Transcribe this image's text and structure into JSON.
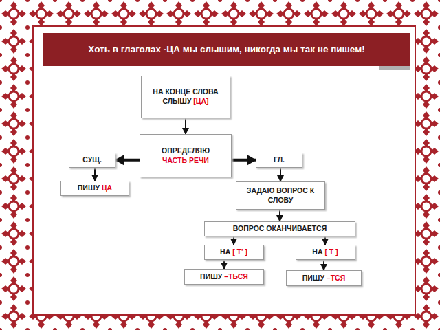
{
  "diagram": {
    "title": "Хоть в глаголах -ЦА мы слышим, никогда мы так не пишем!",
    "nodes": [
      {
        "text": [
          "НА КОНЦЕ СЛОВА СЛЫШУ",
          "[ЦА]"
        ]
      },
      {
        "text": [
          "ОПРЕДЕЛЯЮ",
          "ЧАСТЬ РЕЧИ"
        ]
      },
      {
        "text": [
          "СУЩ."
        ]
      },
      {
        "text": [
          "ГЛ."
        ]
      },
      {
        "text": [
          "ПИШУ",
          "ЦА"
        ]
      },
      {
        "text": [
          "ЗАДАЮ ВОПРОС К СЛОВУ"
        ]
      },
      {
        "text": [
          "ВОПРОС ОКАНЧИВАЕТСЯ"
        ]
      },
      {
        "text": [
          "НА",
          "[ Т' ]"
        ]
      },
      {
        "text": [
          "НА",
          "[ Т ]"
        ]
      },
      {
        "text": [
          "ПИШУ",
          "–ТЬСЯ"
        ]
      },
      {
        "text": [
          "ПИШУ",
          "–ТСЯ"
        ]
      }
    ],
    "edges": [
      {
        "from": 0,
        "to": 1,
        "arrow": "to"
      },
      {
        "from": 1,
        "to": 2,
        "arrow": "to"
      },
      {
        "from": 1,
        "to": 3,
        "arrow": "to"
      },
      {
        "from": 2,
        "to": 4,
        "arrow": "to"
      },
      {
        "from": 3,
        "to": 5,
        "arrow": "to"
      },
      {
        "from": 5,
        "to": 6,
        "arrow": "to"
      },
      {
        "from": 6,
        "to": 7,
        "arrow": "to"
      },
      {
        "from": 6,
        "to": 8,
        "arrow": "to"
      },
      {
        "from": 7,
        "to": 9,
        "arrow": "to"
      },
      {
        "from": 8,
        "to": 10,
        "arrow": "to"
      }
    ]
  }
}
